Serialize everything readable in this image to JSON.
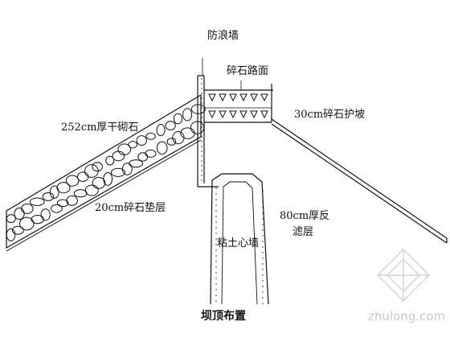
{
  "labels": {
    "wave_wall": "防浪墙",
    "gravel_road": "碎石路面",
    "dry_masonry": "252cm厚干砌石",
    "gravel_slope": "30cm碎石护坡",
    "gravel_cushion": "20cm碎石垫层",
    "filter_line1": "80cm厚反",
    "filter_line2": "滤层",
    "clay_core": "粘土心墙",
    "caption": "坝顶布置"
  },
  "watermark": "zhulong.com",
  "colors": {
    "line": "#111111",
    "background": "#ffffff",
    "watermark": "#c9c9c9"
  }
}
